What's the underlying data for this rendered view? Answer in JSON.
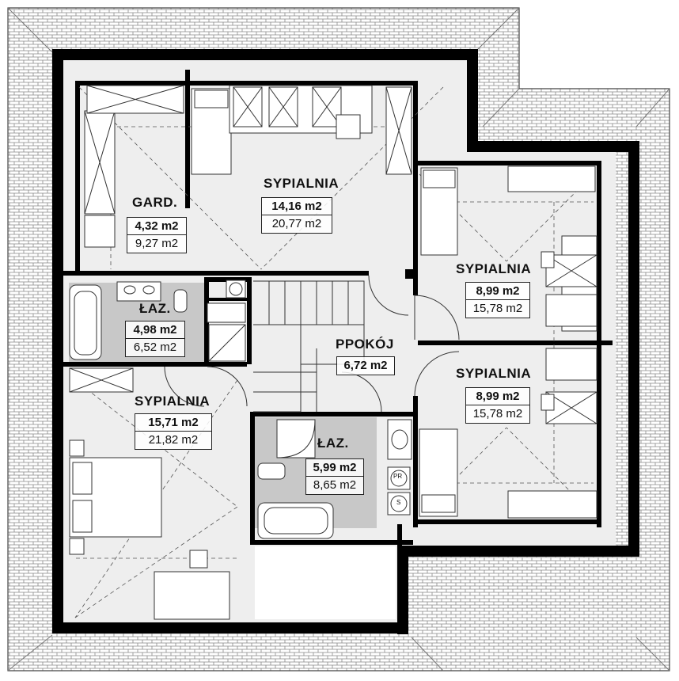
{
  "colors": {
    "wall": "#000000",
    "floor": "#eeeeee",
    "bathroom_floor": "#c8c8c8",
    "roof_tile": "#9a9a9a",
    "background": "#ffffff"
  },
  "rooms": [
    {
      "id": "gard",
      "name": "GARD.",
      "net_area": "4,32 m2",
      "gross_area": "9,27 m2"
    },
    {
      "id": "sypialnia-top",
      "name": "SYPIALNIA",
      "net_area": "14,16 m2",
      "gross_area": "20,77 m2"
    },
    {
      "id": "sypialnia-right-upper",
      "name": "SYPIALNIA",
      "net_area": "8,99 m2",
      "gross_area": "15,78 m2"
    },
    {
      "id": "laz-left",
      "name": "ŁAZ.",
      "net_area": "4,98 m2",
      "gross_area": "6,52 m2"
    },
    {
      "id": "ppokoj",
      "name": "PPOKÓJ",
      "net_area": "6,72 m2",
      "gross_area": ""
    },
    {
      "id": "sypialnia-right-lower",
      "name": "SYPIALNIA",
      "net_area": "8,99 m2",
      "gross_area": "15,78 m2"
    },
    {
      "id": "sypialnia-left",
      "name": "SYPIALNIA",
      "net_area": "15,71 m2",
      "gross_area": "21,82 m2"
    },
    {
      "id": "laz-center",
      "name": "ŁAZ.",
      "net_area": "5,99 m2",
      "gross_area": "8,65 m2"
    }
  ],
  "fixtures": {
    "washer_label": "PR",
    "dryer_label": "S"
  }
}
